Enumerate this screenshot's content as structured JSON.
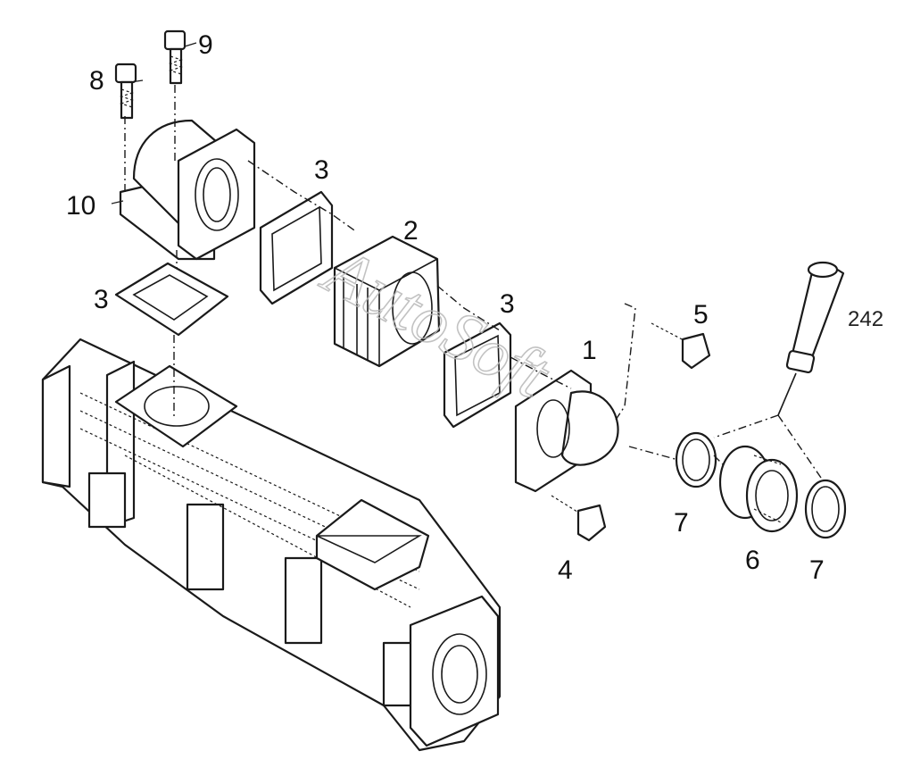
{
  "callouts": {
    "c1": "1",
    "c2": "2",
    "c3a": "3",
    "c3b": "3",
    "c3c": "3",
    "c4": "4",
    "c5": "5",
    "c6": "6",
    "c7a": "7",
    "c7b": "7",
    "c8": "8",
    "c9": "9",
    "c10": "10",
    "c242": "242"
  },
  "watermark": "AutoSoft"
}
